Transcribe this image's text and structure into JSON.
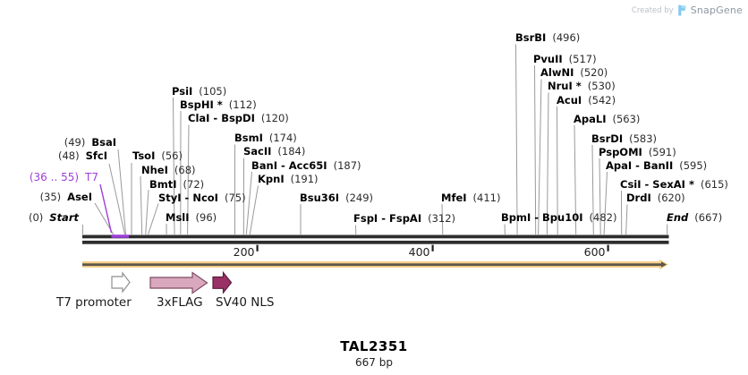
{
  "watermark": {
    "created_by": "Created by",
    "brand": "SnapGene"
  },
  "map": {
    "title": "TAL2351",
    "length": "667 bp",
    "axis": {
      "ticks": [
        "200",
        "400",
        "600"
      ]
    },
    "sites": {
      "start": {
        "pos": "(0)",
        "name": "Start"
      },
      "aseI": {
        "pos": "(35)",
        "name": "AseI"
      },
      "t7": {
        "pos": "(36 .. 55)",
        "name": "T7"
      },
      "sfcI": {
        "pos": "(48)",
        "name": "SfcI"
      },
      "bsaI": {
        "pos": "(49)",
        "name": "BsaI"
      },
      "tsoI": {
        "name": "TsoI",
        "pos": "(56)"
      },
      "nheI": {
        "name": "NheI",
        "pos": "(68)"
      },
      "bmtI": {
        "name": "BmtI",
        "pos": "(72)"
      },
      "styI_ncoI": {
        "name": "StyI - NcoI",
        "pos": "(75)"
      },
      "mslI": {
        "name": "MslI",
        "pos": "(96)"
      },
      "psiI": {
        "name": "PsiI",
        "pos": "(105)"
      },
      "bspHI": {
        "name": "BspHI *",
        "pos": "(112)"
      },
      "claI_bspDI": {
        "name": "ClaI - BspDI",
        "pos": "(120)"
      },
      "bsmI": {
        "name": "BsmI",
        "pos": "(174)"
      },
      "sacII": {
        "name": "SacII",
        "pos": "(184)"
      },
      "banI_acc65I": {
        "name": "BanI - Acc65I",
        "pos": "(187)"
      },
      "kpnI": {
        "name": "KpnI",
        "pos": "(191)"
      },
      "bsu36I": {
        "name": "Bsu36I",
        "pos": "(249)"
      },
      "fspI_fspAI": {
        "name": "FspI - FspAI",
        "pos": "(312)"
      },
      "mfeI": {
        "name": "MfeI",
        "pos": "(411)"
      },
      "bpmI_bpu10I": {
        "name": "BpmI - Bpu10I",
        "pos": "(482)"
      },
      "bsrBI": {
        "name": "BsrBI",
        "pos": "(496)"
      },
      "pvuII": {
        "name": "PvuII",
        "pos": "(517)"
      },
      "alwNI": {
        "name": "AlwNI",
        "pos": "(520)"
      },
      "nruI": {
        "name": "NruI *",
        "pos": "(530)"
      },
      "acuI": {
        "name": "AcuI",
        "pos": "(542)"
      },
      "apaLI": {
        "name": "ApaLI",
        "pos": "(563)"
      },
      "bsrDI": {
        "name": "BsrDI",
        "pos": "(583)"
      },
      "pspOMI": {
        "name": "PspOMI",
        "pos": "(591)"
      },
      "apaI_banII": {
        "name": "ApaI - BanII",
        "pos": "(595)"
      },
      "csiI_sexAI": {
        "name": "CsiI - SexAI *",
        "pos": "(615)"
      },
      "drdI": {
        "name": "DrdI",
        "pos": "(620)"
      },
      "end": {
        "name": "End",
        "pos": "(667)"
      }
    },
    "features": [
      {
        "label": "T7 promoter",
        "fill": "#ffffff"
      },
      {
        "label": "3xFLAG",
        "fill": "#d9a8bf"
      },
      {
        "label": "SV40 NLS",
        "fill": "#993066"
      }
    ],
    "colors": {
      "t7_purple": "#9d3fd8",
      "orf_arrow_light": "#f8d08b",
      "orf_arrow_core": "#5e574a",
      "sequence_line": "#2d2d2d",
      "brand_blue": "#85c9ef"
    }
  }
}
